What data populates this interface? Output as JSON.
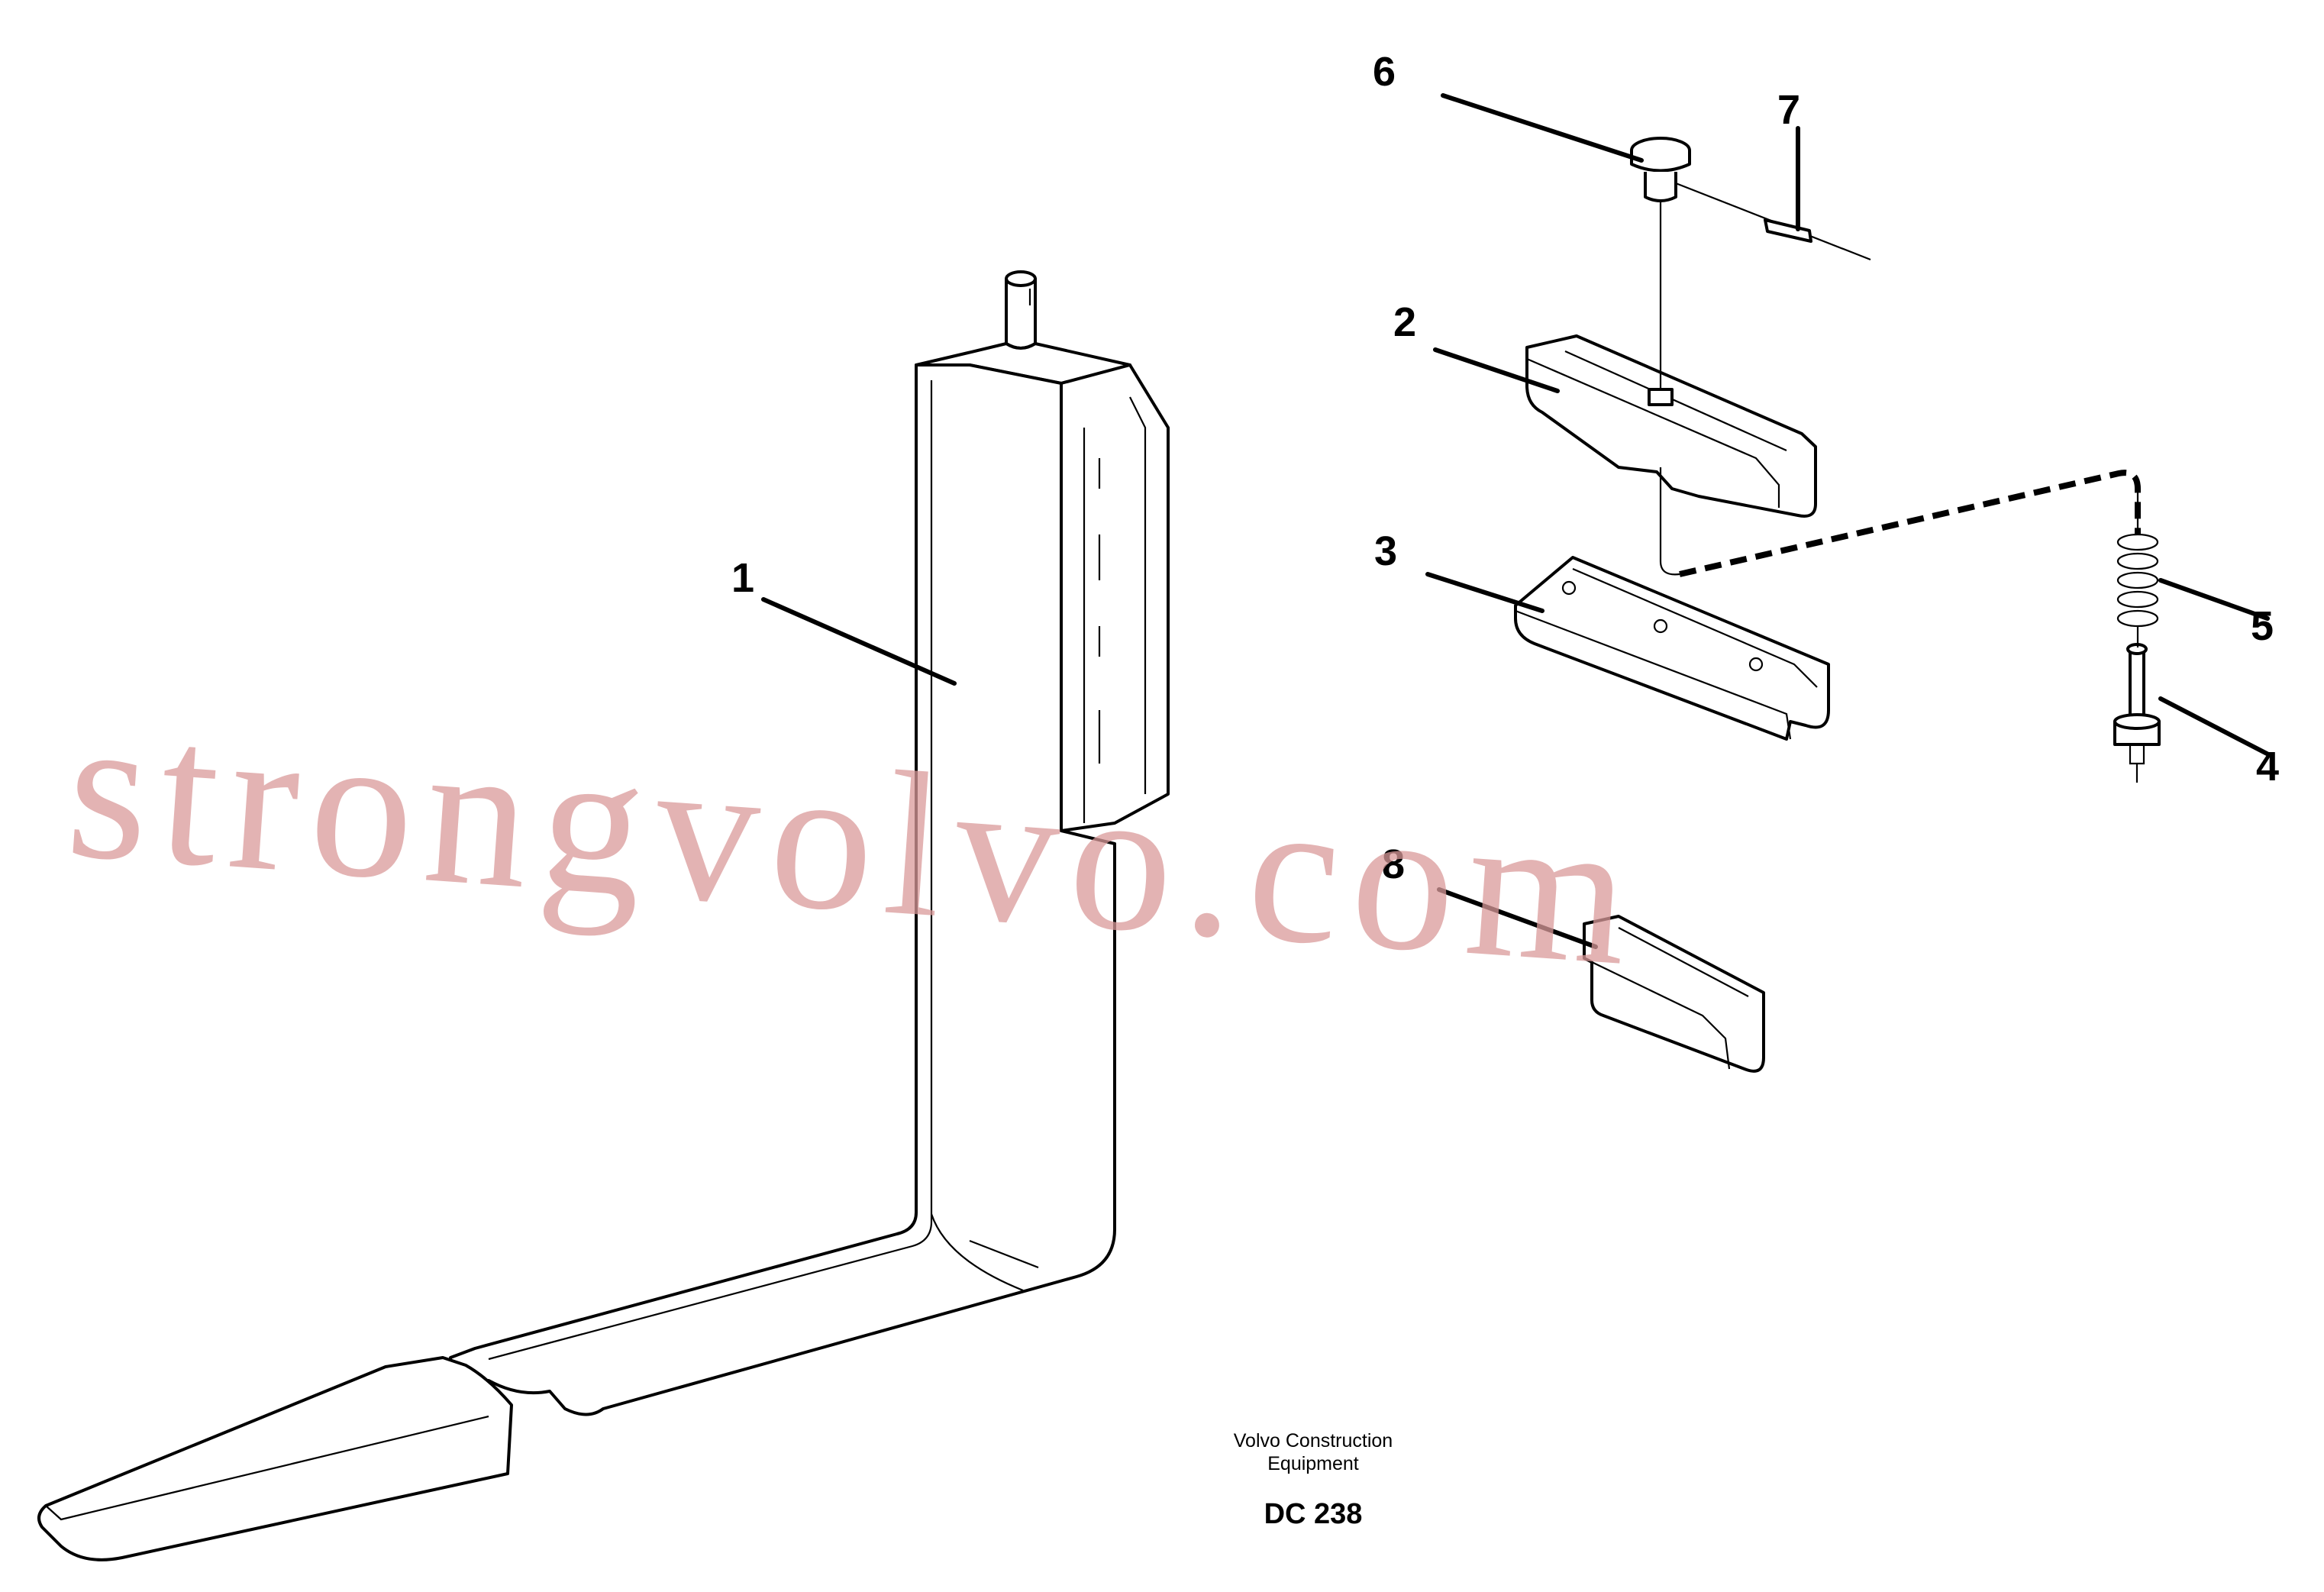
{
  "diagram": {
    "callouts": [
      "1",
      "2",
      "3",
      "4",
      "5",
      "6",
      "7",
      "8"
    ],
    "caption_line1": "Volvo Construction",
    "caption_line2": "Equipment",
    "drawing_code": "DC 238"
  },
  "watermark": {
    "text": "strongvolvo.com",
    "color": "#d99a9a"
  }
}
